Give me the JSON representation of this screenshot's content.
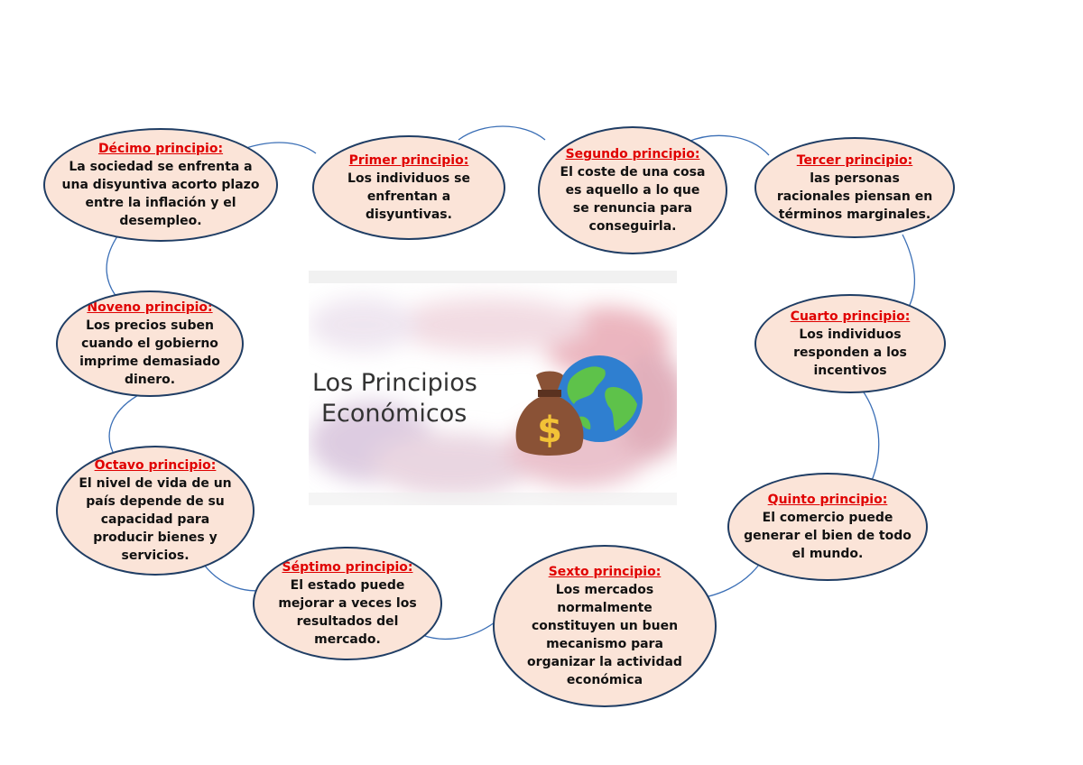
{
  "diagram": {
    "center": {
      "title_line1": "Los Principios",
      "title_line2": "Económicos",
      "icons": [
        "money-bag-icon",
        "globe-icon"
      ]
    },
    "principles": [
      {
        "title": "Primer principio:",
        "text": "Los individuos se enfrentan a disyuntivas."
      },
      {
        "title": "Segundo principio:",
        "text": "El coste de una cosa es aquello a lo que se renuncia para conseguirla."
      },
      {
        "title": "Tercer principio:",
        "text": "las personas racionales piensan en términos marginales."
      },
      {
        "title": "Cuarto principio:",
        "text": "Los individuos responden a los incentivos"
      },
      {
        "title": "Quinto principio:",
        "text": "El comercio puede generar el bien de todo el mundo."
      },
      {
        "title": "Sexto principio:",
        "text": "Los mercados normalmente constituyen un buen mecanismo para organizar la actividad económica"
      },
      {
        "title": "Séptimo principio:",
        "text": "El estado puede mejorar a veces los resultados del mercado."
      },
      {
        "title": "Octavo principio:",
        "text": "El nivel de vida de un país depende de su capacidad para producir bienes y servicios."
      },
      {
        "title": "Noveno principio:",
        "text": "Los precios suben cuando el gobierno imprime demasiado dinero."
      },
      {
        "title": "Décimo principio:",
        "text": "La sociedad se enfrenta a una disyuntiva acorto plazo entre la inflación y el desempleo."
      }
    ]
  },
  "colors": {
    "node_fill": "#fbe4d8",
    "node_border": "#1f3d64",
    "title_red": "#e00000",
    "connector": "#3b6fb6"
  }
}
